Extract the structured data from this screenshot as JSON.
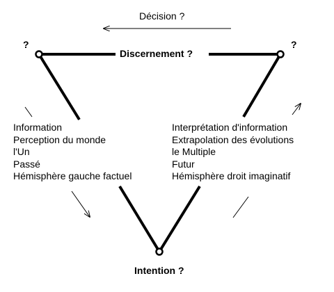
{
  "top_arrow_label": "Décision ?",
  "top_edge_label": "Discernement ?",
  "bottom_label": "Intention ?",
  "left_corner_mark": "?",
  "right_corner_mark": "?",
  "left_list": [
    "Information",
    "Perception du monde",
    "l'Un",
    "Passé",
    "Hémisphère gauche factuel"
  ],
  "right_list": [
    "Interprétation d'information",
    "Extrapolation des évolutions",
    "le Multiple",
    "Futur",
    "Hémisphère droit imaginatif"
  ]
}
